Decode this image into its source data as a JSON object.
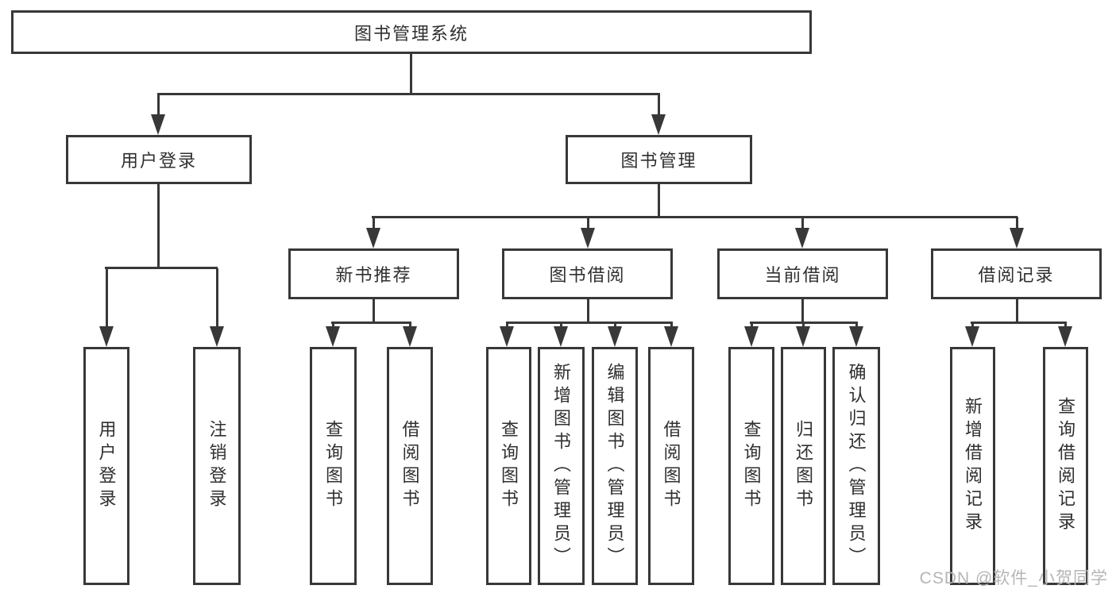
{
  "colors": {
    "line": "#383838",
    "text": "#2f2f2f",
    "watermark": "#b5b5b5",
    "background": "#ffffff"
  },
  "tree": {
    "root": {
      "label": "图书管理系统"
    },
    "level2": [
      {
        "id": "user-login",
        "label": "用户登录"
      },
      {
        "id": "book-management",
        "label": "图书管理"
      }
    ],
    "level3": [
      {
        "id": "new-book-recommend",
        "label": "新书推荐"
      },
      {
        "id": "book-borrow",
        "label": "图书借阅"
      },
      {
        "id": "current-borrow",
        "label": "当前借阅"
      },
      {
        "id": "borrow-records",
        "label": "借阅记录"
      }
    ],
    "leaves": {
      "user_login": [
        "用户登录",
        "注销登录"
      ],
      "new_book_recommend": [
        "查询图书",
        "借阅图书"
      ],
      "book_borrow": [
        "查询图书",
        "新增图书（管理员）",
        "编辑图书（管理员）",
        "借阅图书"
      ],
      "current_borrow": [
        "查询图书",
        "归还图书",
        "确认归还（管理员）"
      ],
      "borrow_records": [
        "新增借阅记录",
        "查询借阅记录"
      ]
    }
  },
  "watermark": {
    "label": "CSDN @软件_小贺同学"
  }
}
